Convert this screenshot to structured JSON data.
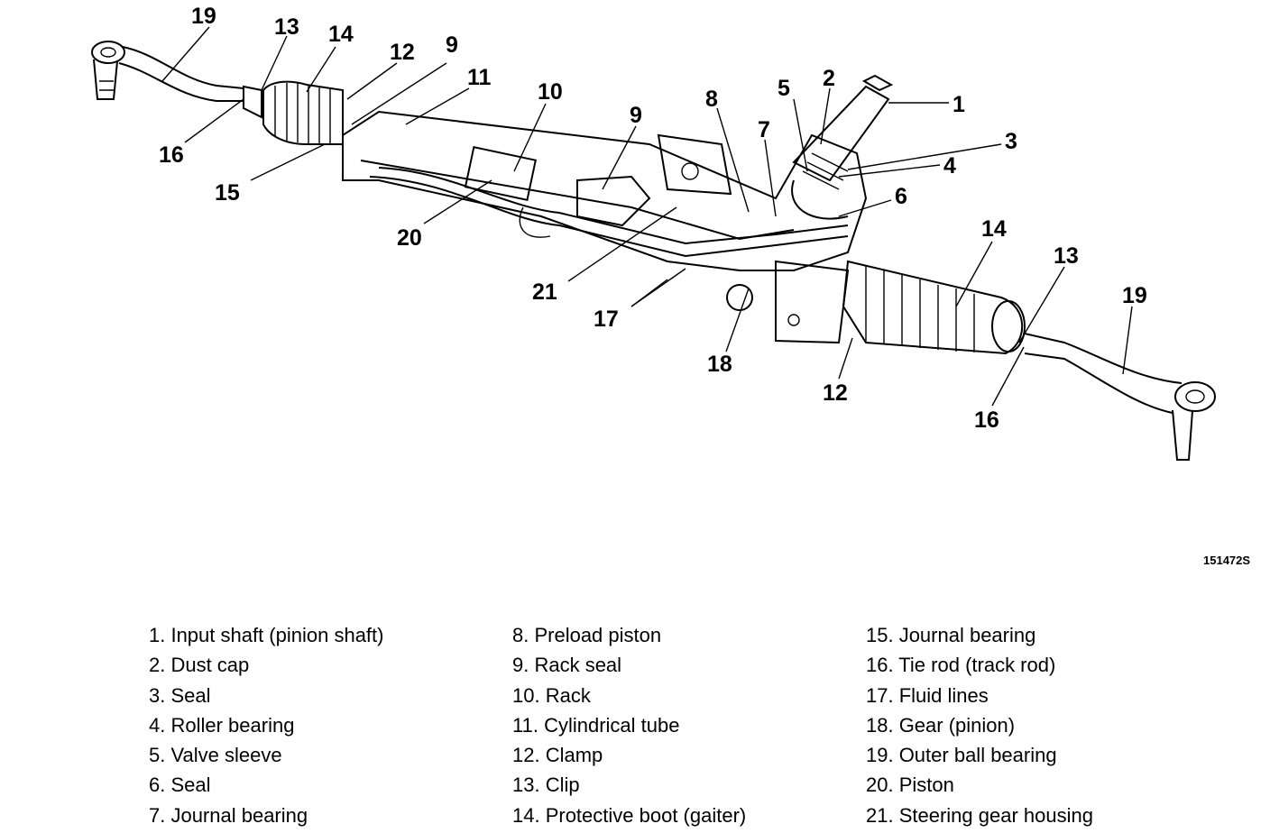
{
  "figure_id": "151472S",
  "callouts": {
    "c1": "1",
    "c2": "2",
    "c3": "3",
    "c4": "4",
    "c5": "5",
    "c6": "6",
    "c7": "7",
    "c8": "8",
    "c9a": "9",
    "c9b": "9",
    "c10": "10",
    "c11": "11",
    "c12a": "12",
    "c12b": "12",
    "c13a": "13",
    "c13b": "13",
    "c14a": "14",
    "c14b": "14",
    "c15": "15",
    "c16a": "16",
    "c16b": "16",
    "c17": "17",
    "c18": "18",
    "c19a": "19",
    "c19b": "19",
    "c20": "20",
    "c21": "21"
  },
  "legend": {
    "col1": [
      "1. Input shaft (pinion shaft)",
      "2. Dust cap",
      "3. Seal",
      "4. Roller bearing",
      "5. Valve sleeve",
      "6. Seal",
      "7. Journal bearing"
    ],
    "col2": [
      "8. Preload piston",
      "9. Rack seal",
      "10. Rack",
      "11. Cylindrical tube",
      "12. Clamp",
      "13. Clip",
      "14. Protective boot (gaiter)"
    ],
    "col3": [
      "15. Journal bearing",
      "16. Tie rod (track rod)",
      "17. Fluid lines",
      "18. Gear (pinion)",
      "19. Outer ball bearing",
      "20. Piston",
      "21. Steering gear housing"
    ]
  }
}
